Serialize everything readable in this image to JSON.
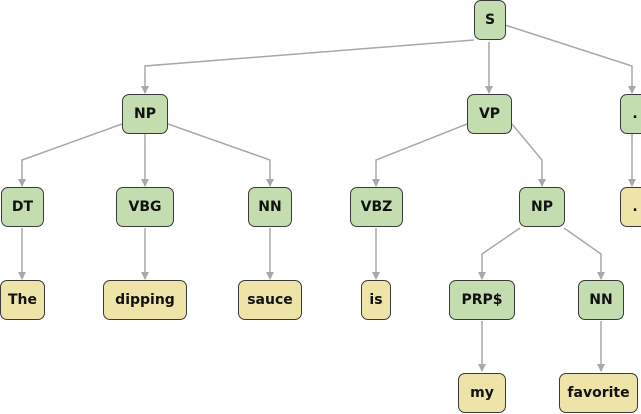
{
  "tree": {
    "S": "S",
    "NP_subject": "NP",
    "VP": "VP",
    "punct_tag": ".",
    "DT": "DT",
    "VBG": "VBG",
    "NN_subject": "NN",
    "VBZ": "VBZ",
    "NP_object": "NP",
    "PRP": "PRP$",
    "NN_object": "NN",
    "the": "The",
    "dipping": "dipping",
    "sauce": "sauce",
    "is": "is",
    "my": "my",
    "favorite": "favorite",
    "punct_word": "."
  },
  "colors": {
    "nonterminal": "#c3dcb0",
    "token": "#efe4a8",
    "edge": "#a8a8a8"
  }
}
